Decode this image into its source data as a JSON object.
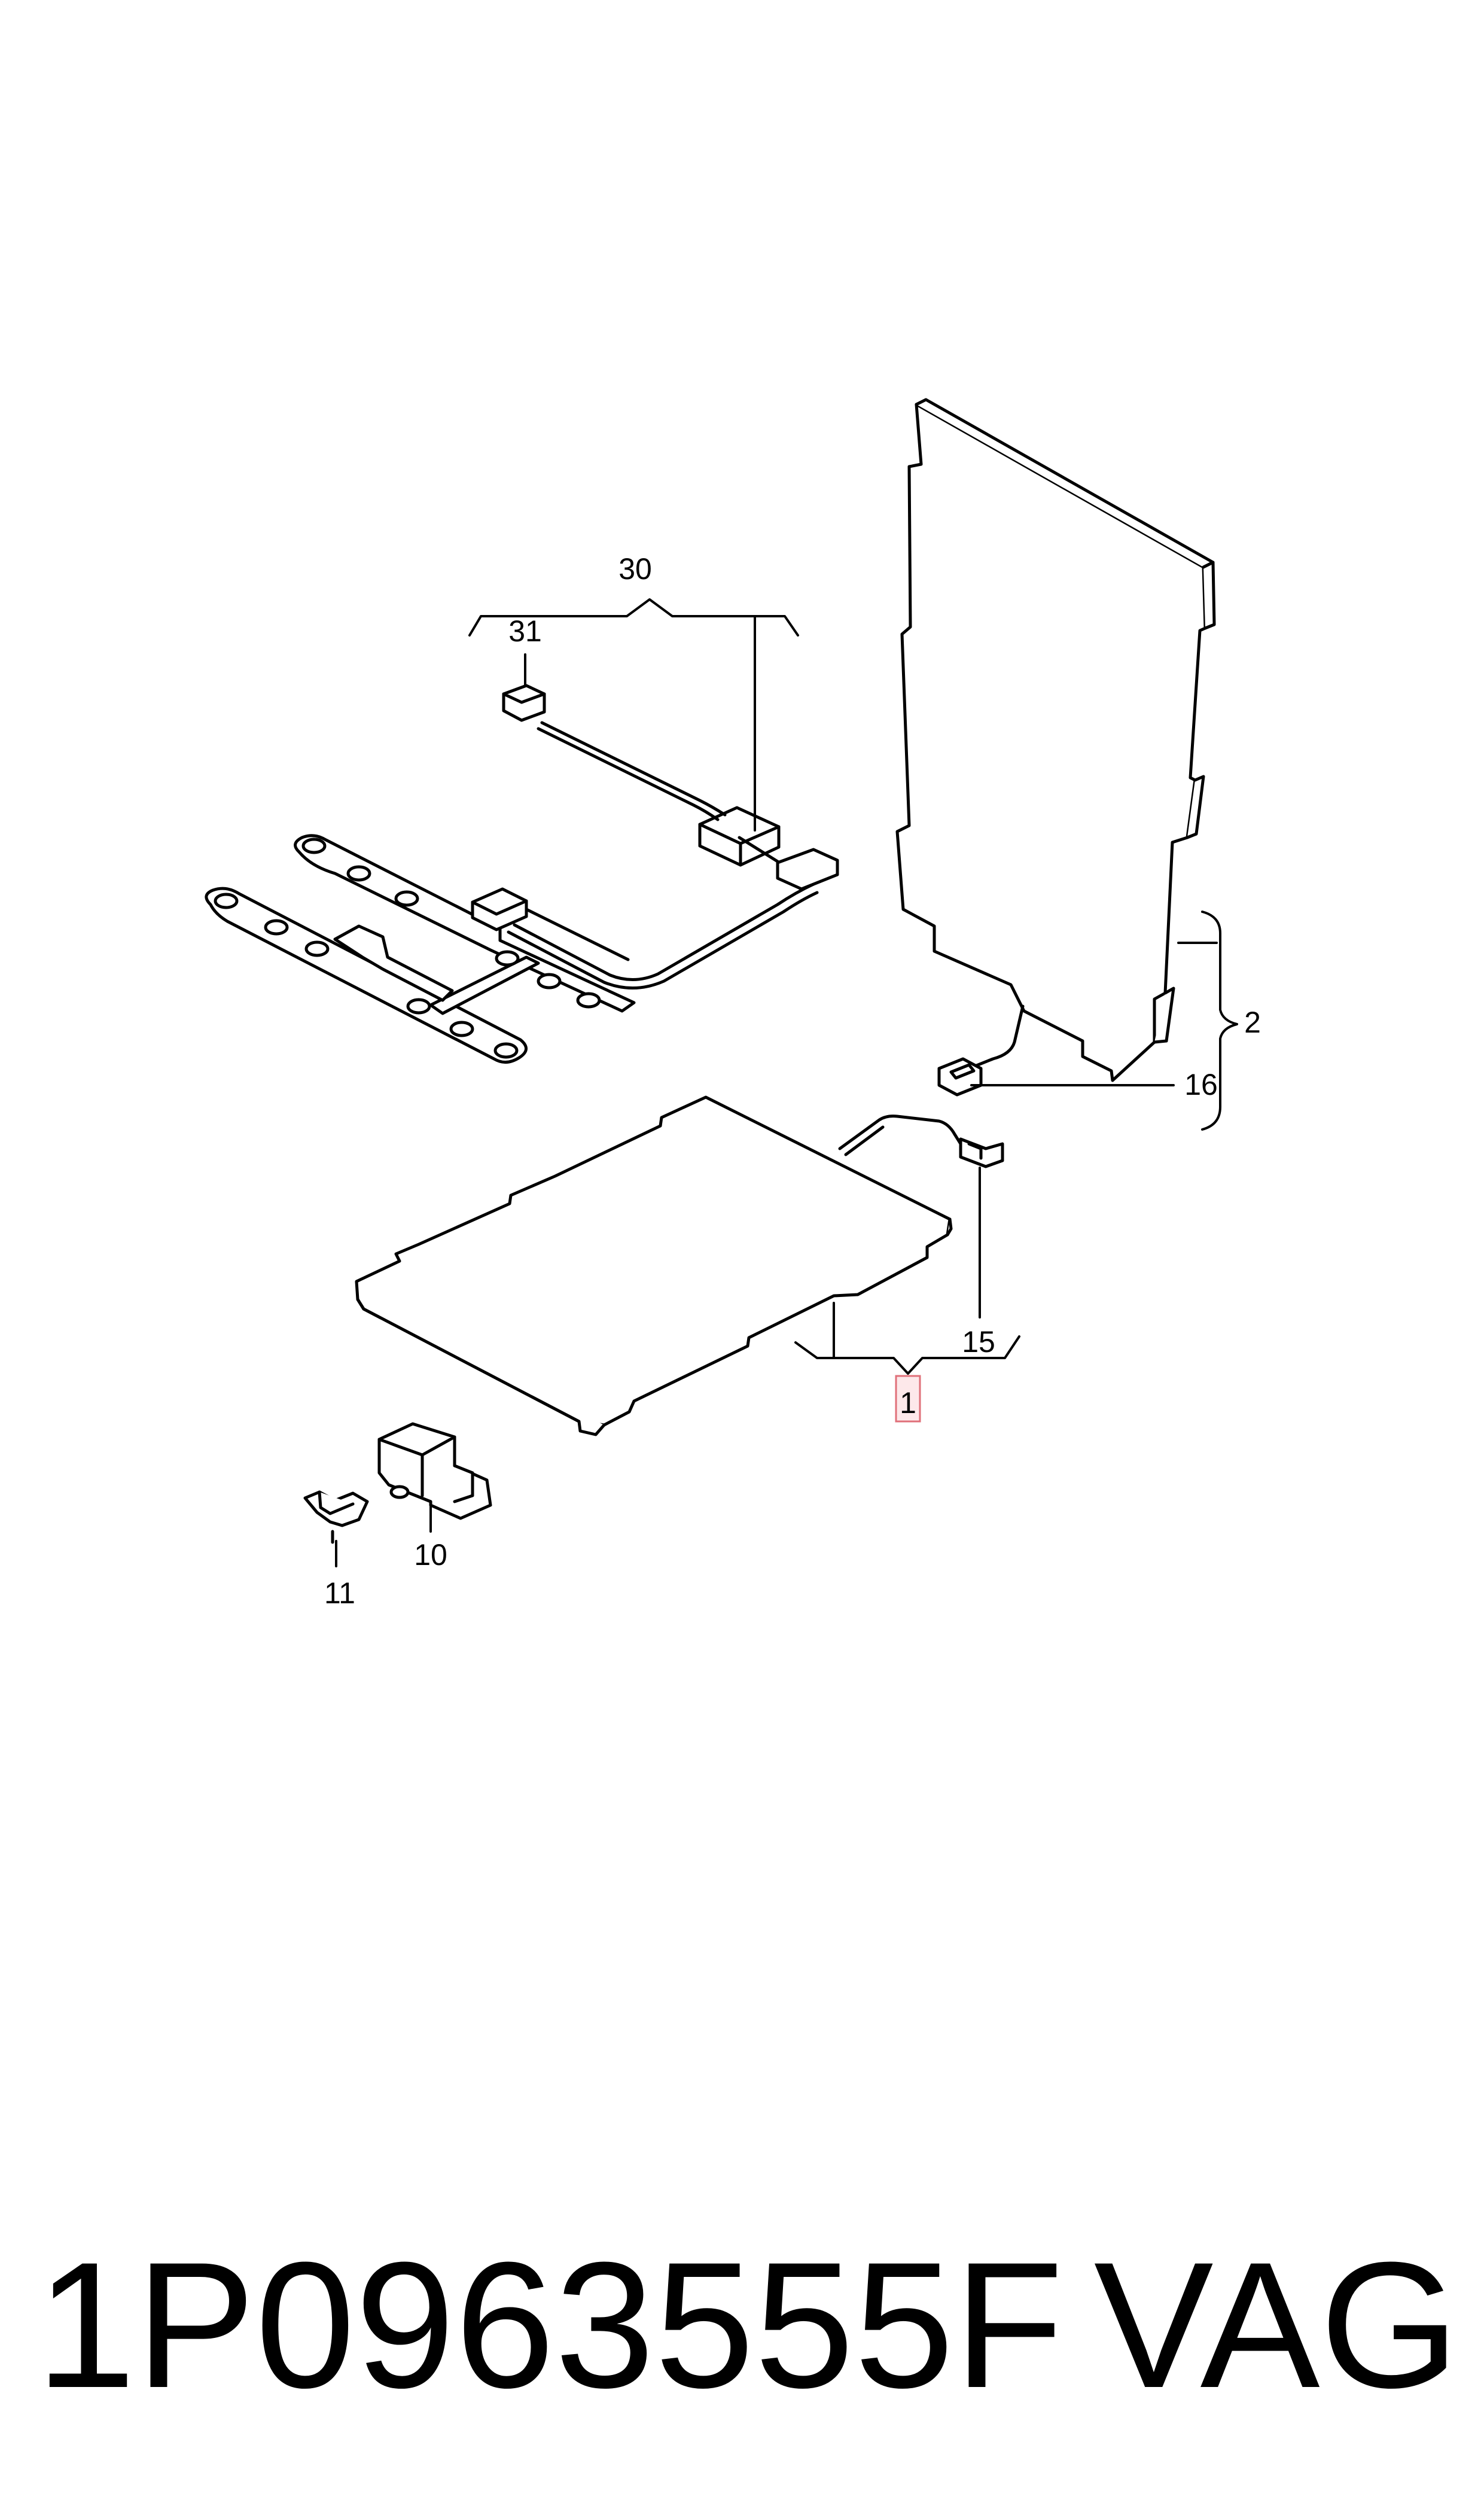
{
  "callouts": {
    "c30": "30",
    "c31": "31",
    "c2": "2",
    "c16": "16",
    "c15": "15",
    "c1": "1",
    "c10": "10",
    "c11": "11"
  },
  "highlight_color": "#e0707a",
  "caption": {
    "part_number": "1P0963555F",
    "brand": "VAG"
  }
}
